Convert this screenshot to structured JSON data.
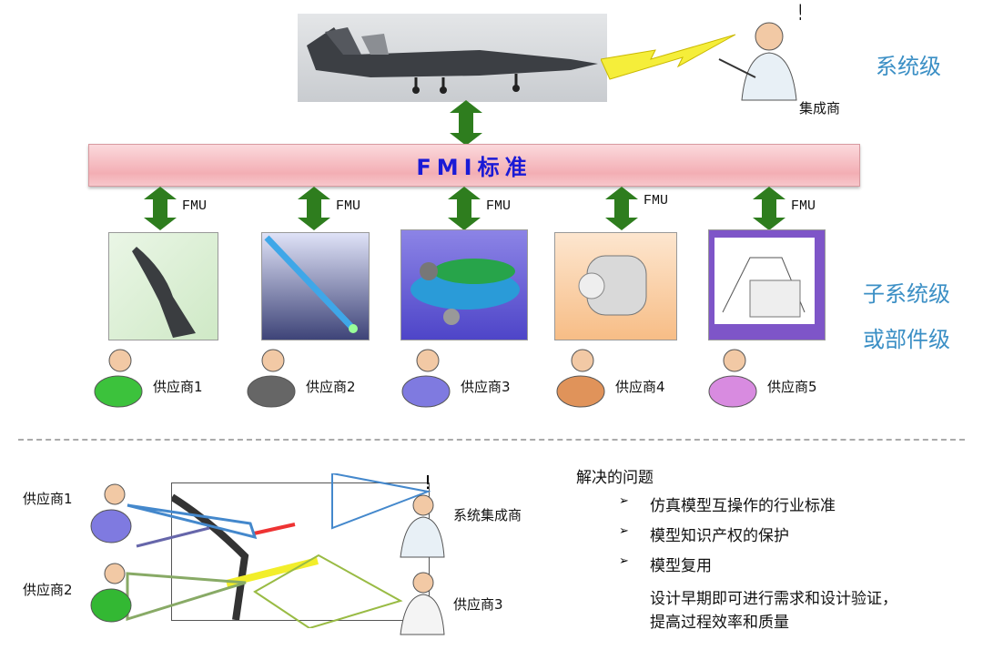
{
  "levels": {
    "system": "系统级",
    "subsystem_1": "子系统级",
    "subsystem_2": "或部件级"
  },
  "integrator": "集成商",
  "standard": "FMI标准",
  "fmu_label": "FMU",
  "suppliers": [
    "供应商1",
    "供应商2",
    "供应商3",
    "供应商4",
    "供应商5"
  ],
  "bottom": {
    "suppliers": [
      "供应商1",
      "供应商2",
      "供应商3"
    ],
    "integrator": "系统集成商",
    "title": "解决的问题",
    "items": [
      "仿真模型互操作的行业标准",
      "模型知识产权的保护",
      "模型复用"
    ],
    "detail_1": "设计早期即可进行需求和设计验证，",
    "detail_2": "提高过程效率和质量",
    "bullet": "➢",
    "exclaim": "!"
  },
  "colors": {
    "level_text": "#3b8fc5",
    "standard_text": "#1a1ad6",
    "arrow": "#2e7d1e"
  }
}
